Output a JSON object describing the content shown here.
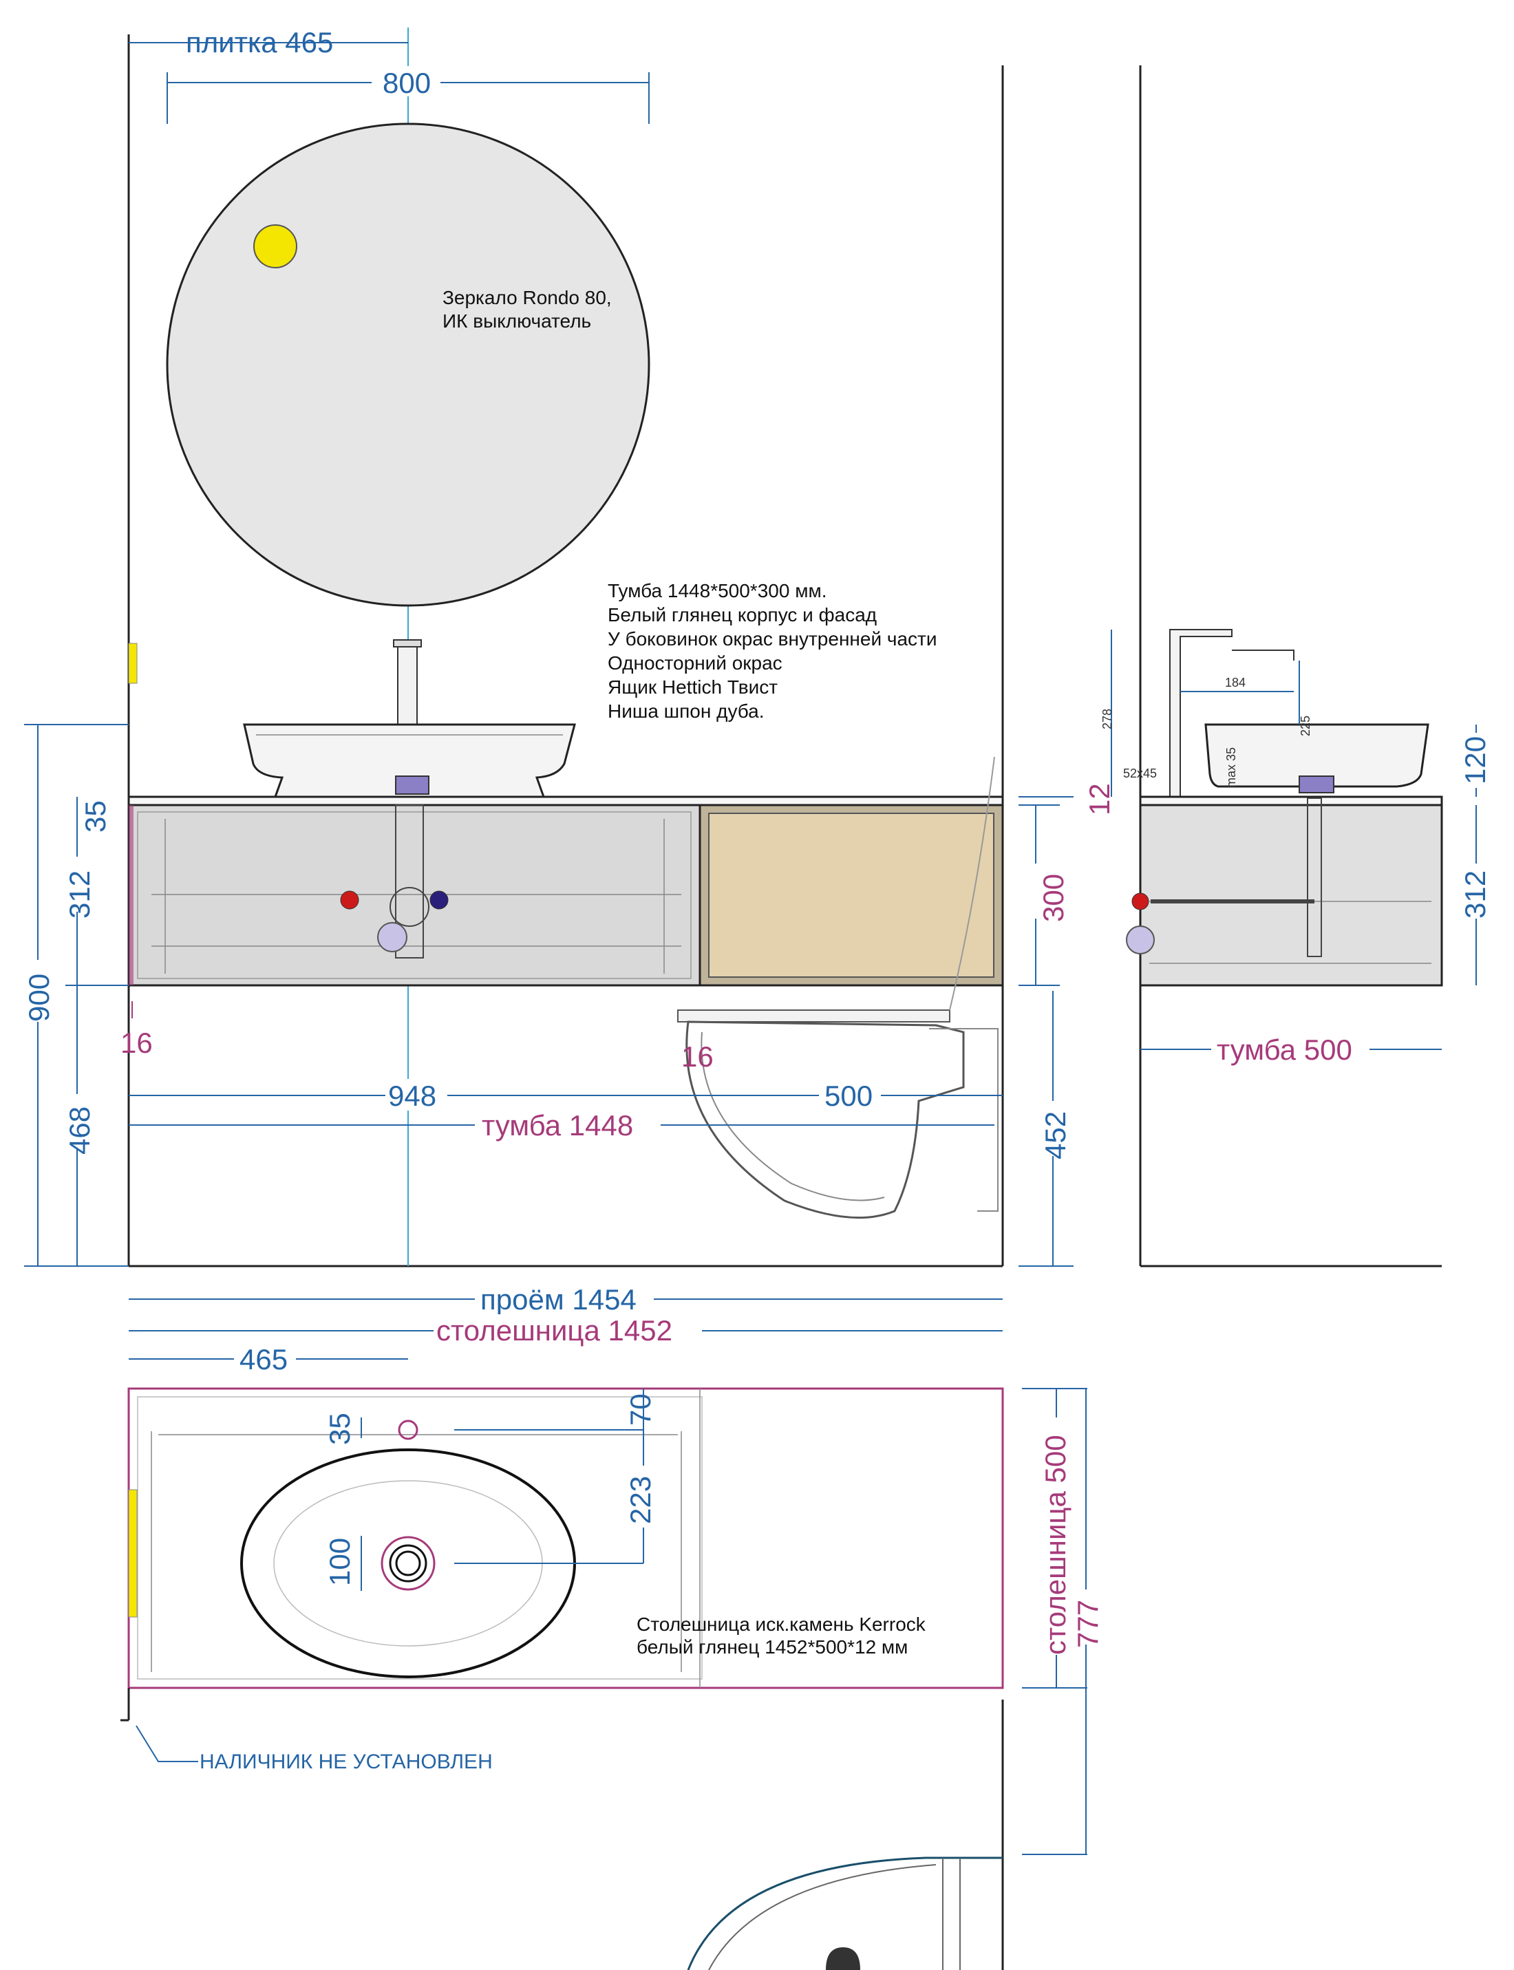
{
  "colors": {
    "dimension_blue": "#2565a6",
    "dimension_magenta": "#a63a7a",
    "niche_oak": "#e3d2ad",
    "cabinet_gray": "#d9d9d9",
    "mirror_fill": "#e6e6e6",
    "sensor_yellow": "#f4e600",
    "hot_red": "#cc1a1a",
    "cold_blue": "#2a1f7a",
    "drain_lilac": "#c8c2e6"
  },
  "dimensions": {
    "tile": "плитка 465",
    "mirror_width": "800",
    "total_height": "900",
    "wall_gap_35": "35",
    "cabinet_height_312": "312",
    "floor_gap_468": "468",
    "bottom_16_left": "16",
    "bottom_16_mid": "16",
    "width_948": "948",
    "width_500": "500",
    "cabinet_1448": "тумба 1448",
    "niche_300": "300",
    "top_12": "12",
    "wc_452": "452",
    "side_120": "120",
    "side_312": "312",
    "side_cabinet_500": "тумба 500",
    "side_278": "278",
    "side_184": "184",
    "side_225": "225",
    "side_max35": "max 35",
    "side_52x45": "52x45",
    "opening_1454": "проём 1454",
    "countertop_1452": "столешница 1452",
    "plan_465": "465",
    "plan_35": "35",
    "plan_70": "70",
    "plan_223": "223",
    "plan_100": "100",
    "countertop_500": "столешница 500",
    "plan_777": "777"
  },
  "notes": {
    "mirror_line1": "Зеркало Rondo 80,",
    "mirror_line2": "ИК выключатель",
    "cabinet_lines": [
      "Тумба 1448*500*300 мм.",
      "Белый глянец корпус и фасад",
      "У боковинок окрас внутренней части",
      "Односторний окрас",
      "Ящик Hettich Твист",
      "Ниша шпон дуба."
    ],
    "countertop_line1": "Столешница иск.камень Kerrock",
    "countertop_line2": "белый глянец 1452*500*12 мм",
    "trim_note": "НАЛИЧНИК НЕ УСТАНОВЛЕН"
  }
}
